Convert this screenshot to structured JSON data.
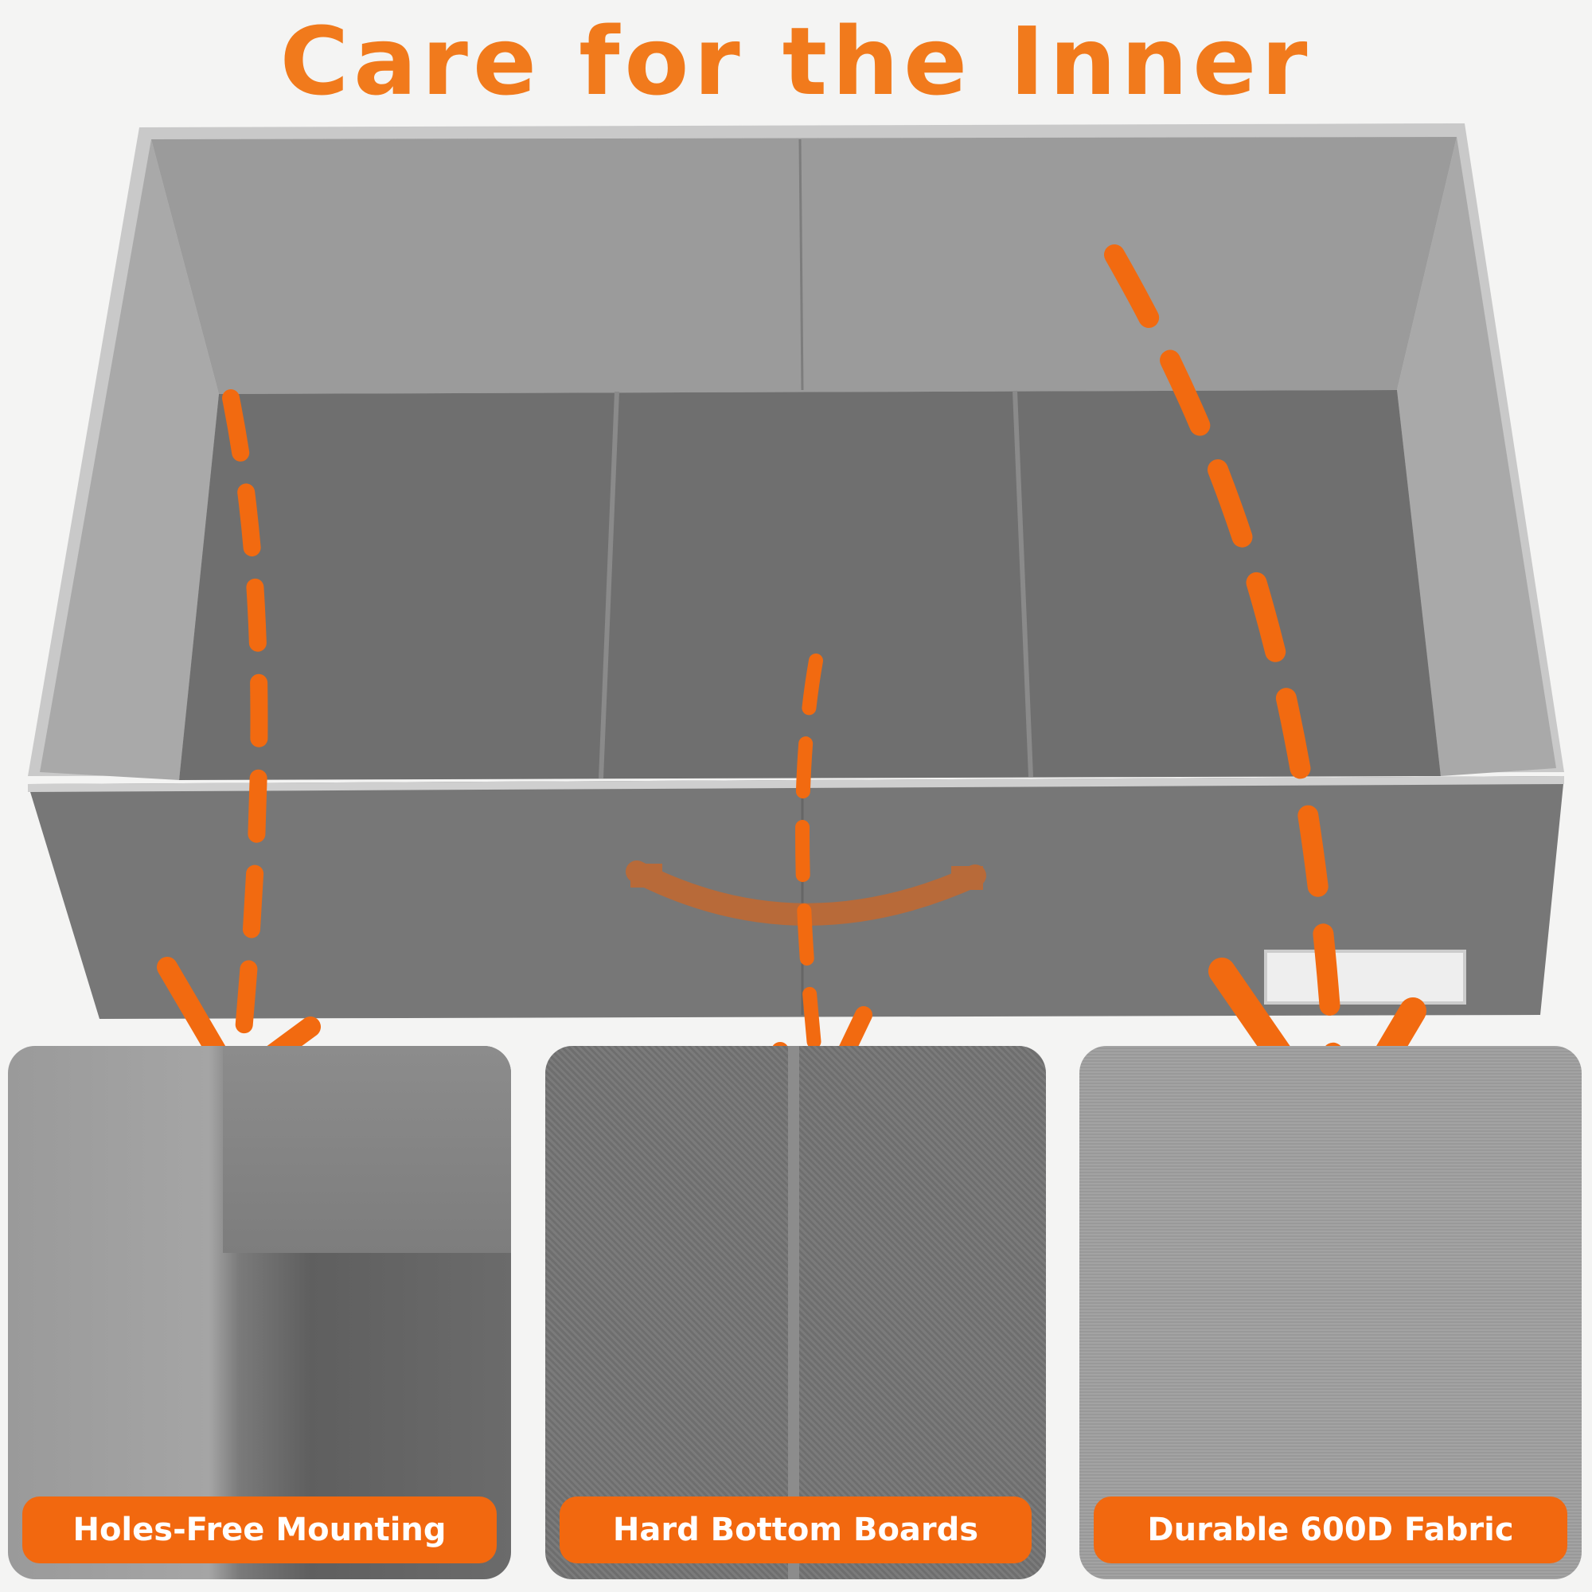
{
  "title": "Care for the Inner",
  "features": [
    {
      "label": "Holes-Free Mounting"
    },
    {
      "label": "Hard Bottom Boards"
    },
    {
      "label": "Durable 600D Fabric"
    }
  ],
  "colors": {
    "accent": "#f2680f",
    "title": "#f17a1c",
    "fabric": "#6f6f6f"
  }
}
